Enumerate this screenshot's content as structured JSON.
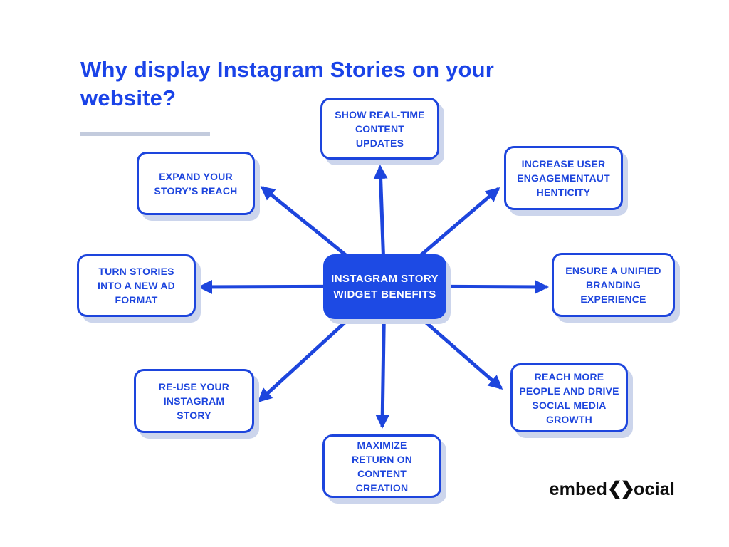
{
  "title": {
    "text": "Why display Instagram Stories on your website?"
  },
  "center_node": {
    "label": "INSTAGRAM STORY\nWIDGET BENEFITS"
  },
  "nodes": [
    {
      "id": "show-real-time-content-updates",
      "label": "SHOW REAL-TIME\nCONTENT\nUPDATES"
    },
    {
      "id": "expand-your-storys-reach",
      "label": "EXPAND YOUR\nSTORY’S REACH"
    },
    {
      "id": "increase-user-engagement-authenticity",
      "label": "INCREASE USER\nENGAGEMENTAUT\nHENTICITY"
    },
    {
      "id": "turn-stories-into-a-new-ad-format",
      "label": "TURN STORIES\nINTO A NEW AD\nFORMAT"
    },
    {
      "id": "ensure-a-unified-branding-experience",
      "label": "ENSURE A UNIFIED\nBRANDING\nEXPERIENCE"
    },
    {
      "id": "re-use-your-instagram-story",
      "label": "RE-USE YOUR\nINSTAGRAM\nSTORY"
    },
    {
      "id": "reach-more-people-social-growth",
      "label": "REACH MORE\nPEOPLE AND DRIVE\nSOCIAL MEDIA\nGROWTH"
    },
    {
      "id": "maximize-return-on-content-creation",
      "label": "MAXIMIZE\nRETURN ON\nCONTENT\nCREATION"
    }
  ],
  "logo": {
    "prefix": "embed",
    "icon_glyph": "❮❯",
    "suffix": "ocial"
  },
  "colors": {
    "accent": "#1d45dd",
    "center_fill": "#1d4ae4",
    "shadow": "#ccd5ec",
    "title": "#1a43e8",
    "underline": "#c3cbdd",
    "logo": "#0d0d0d"
  }
}
